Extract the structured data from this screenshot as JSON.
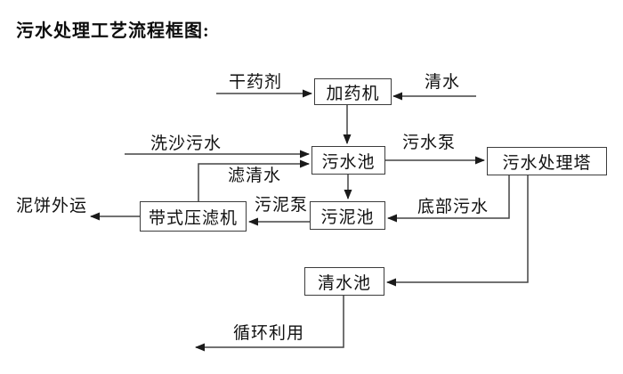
{
  "title": "污水处理工艺流程框图:",
  "colors": {
    "background": "#ffffff",
    "line": "#444444",
    "arrowhead": "#1a1a1a",
    "text": "#111111"
  },
  "nodes": {
    "dosing_machine": "加药机",
    "sewage_pool": "污水池",
    "treatment_tower": "污水处理塔",
    "sludge_pool": "污泥池",
    "belt_filter_press": "带式压滤机",
    "clean_water_pool": "清水池"
  },
  "flow_labels": {
    "dry_chemical": "干药剂",
    "clean_water": "清水",
    "sand_washing_sewage": "洗沙污水",
    "sewage_pump": "污水泵",
    "filtered_water": "滤清水",
    "mud_cake_out": "泥饼外运",
    "sludge_pump": "污泥泵",
    "bottom_sewage": "底部污水",
    "recycling": "循环利用"
  },
  "edges": [
    {
      "from": "干药剂",
      "to": "加药机",
      "label": "干药剂"
    },
    {
      "from": "清水",
      "to": "加药机",
      "label": "清水"
    },
    {
      "from": "加药机",
      "to": "污水池",
      "label": ""
    },
    {
      "from": "洗沙污水",
      "to": "污水池",
      "label": "洗沙污水"
    },
    {
      "from": "带式压滤机",
      "to": "污水池",
      "label": "滤清水"
    },
    {
      "from": "污水池",
      "to": "污水处理塔",
      "label": "污水泵"
    },
    {
      "from": "污水池",
      "to": "污泥池",
      "label": ""
    },
    {
      "from": "污泥池",
      "to": "带式压滤机",
      "label": "污泥泵"
    },
    {
      "from": "带式压滤机",
      "to": "泥饼外运",
      "label": "泥饼外运"
    },
    {
      "from": "污水处理塔",
      "to": "污泥池",
      "label": "底部污水"
    },
    {
      "from": "污水处理塔",
      "to": "清水池",
      "label": ""
    },
    {
      "from": "清水池",
      "to": "循环利用",
      "label": "循环利用"
    }
  ]
}
